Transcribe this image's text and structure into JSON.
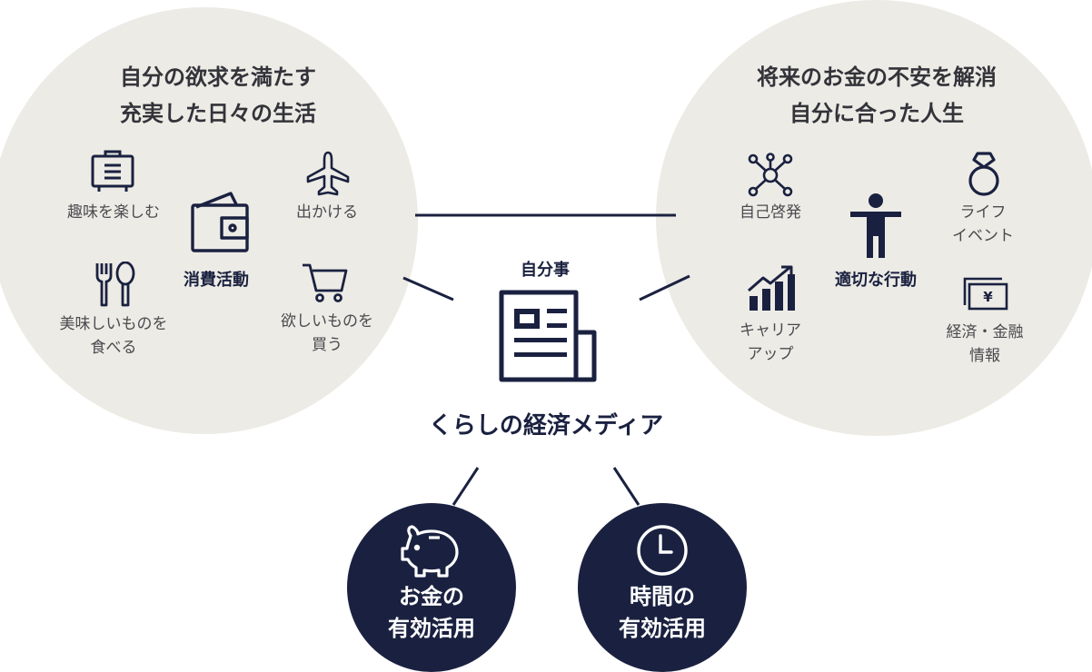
{
  "left_circle": {
    "title": "自分の欲求を満たす\n充実した日々の生活",
    "center_label": "消費活動",
    "items": [
      {
        "label": "趣味を楽しむ",
        "icon": "suitcase-icon"
      },
      {
        "label": "出かける",
        "icon": "airplane-icon"
      },
      {
        "label": "美味しいものを\n食べる",
        "icon": "fork-spoon-icon"
      },
      {
        "label": "欲しいものを\n買う",
        "icon": "shopping-cart-icon"
      }
    ],
    "center_icon": "wallet-icon"
  },
  "right_circle": {
    "title": "将来のお金の不安を解消\n自分に合った人生",
    "center_label": "適切な行動",
    "items": [
      {
        "label": "自己啓発",
        "icon": "network-icon"
      },
      {
        "label": "ライフ\nイベント",
        "icon": "ring-icon"
      },
      {
        "label": "キャリア\nアップ",
        "icon": "growth-chart-icon"
      },
      {
        "label": "経済・金融\n情報",
        "icon": "yen-bill-icon"
      }
    ],
    "center_icon": "person-icon"
  },
  "center": {
    "label": "自分事",
    "brand": "くらしの経済メディア",
    "icon": "newspaper-icon"
  },
  "bottom": [
    {
      "label": "お金の\n有効活用",
      "icon": "piggy-bank-icon"
    },
    {
      "label": "時間の\n有効活用",
      "icon": "clock-icon"
    }
  ],
  "colors": {
    "navy": "#1a2140",
    "beige": "#ecebe5",
    "text": "#33333a"
  }
}
